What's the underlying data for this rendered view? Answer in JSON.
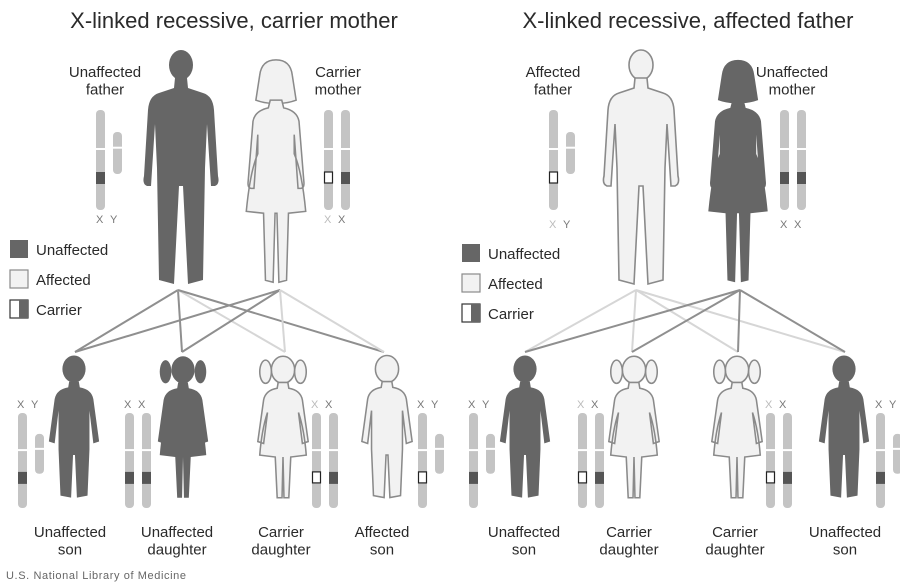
{
  "panels": [
    {
      "title": "X-linked recessive, carrier mother",
      "father_label": [
        "Unaffected",
        "father"
      ],
      "mother_label": [
        "Carrier",
        "mother"
      ],
      "legend": [
        "Unaffected",
        "Affected",
        "Carrier"
      ],
      "father_chromosomes": [
        "X",
        "Y"
      ],
      "mother_chromosomes": [
        "X",
        "X"
      ],
      "children": [
        {
          "label": [
            "Unaffected",
            "son"
          ],
          "chromosomes": [
            "X",
            "Y"
          ]
        },
        {
          "label": [
            "Unaffected",
            "daughter"
          ],
          "chromosomes": [
            "X",
            "X"
          ]
        },
        {
          "label": [
            "Carrier",
            "daughter"
          ],
          "chromosomes": [
            "X",
            "X"
          ]
        },
        {
          "label": [
            "Affected",
            "son"
          ],
          "chromosomes": [
            "X",
            "Y"
          ]
        }
      ]
    },
    {
      "title": "X-linked recessive, affected father",
      "father_label": [
        "Affected",
        "father"
      ],
      "mother_label": [
        "Unaffected",
        "mother"
      ],
      "legend": [
        "Unaffected",
        "Affected",
        "Carrier"
      ],
      "father_chromosomes": [
        "X",
        "Y"
      ],
      "mother_chromosomes": [
        "X",
        "X"
      ],
      "children": [
        {
          "label": [
            "Unaffected",
            "son"
          ],
          "chromosomes": [
            "X",
            "Y"
          ]
        },
        {
          "label": [
            "Carrier",
            "daughter"
          ],
          "chromosomes": [
            "X",
            "X"
          ]
        },
        {
          "label": [
            "Carrier",
            "daughter"
          ],
          "chromosomes": [
            "X",
            "X"
          ]
        },
        {
          "label": [
            "Unaffected",
            "son"
          ],
          "chromosomes": [
            "X",
            "Y"
          ]
        }
      ]
    }
  ],
  "credit": "U.S. National Library of Medicine",
  "colors": {
    "unaffected": "#666666",
    "affected": "#f2f2f2",
    "outline": "#8a8a8a",
    "chromosome": "#c4c4c4",
    "band": "#555555",
    "line": "#8f8f8f"
  }
}
